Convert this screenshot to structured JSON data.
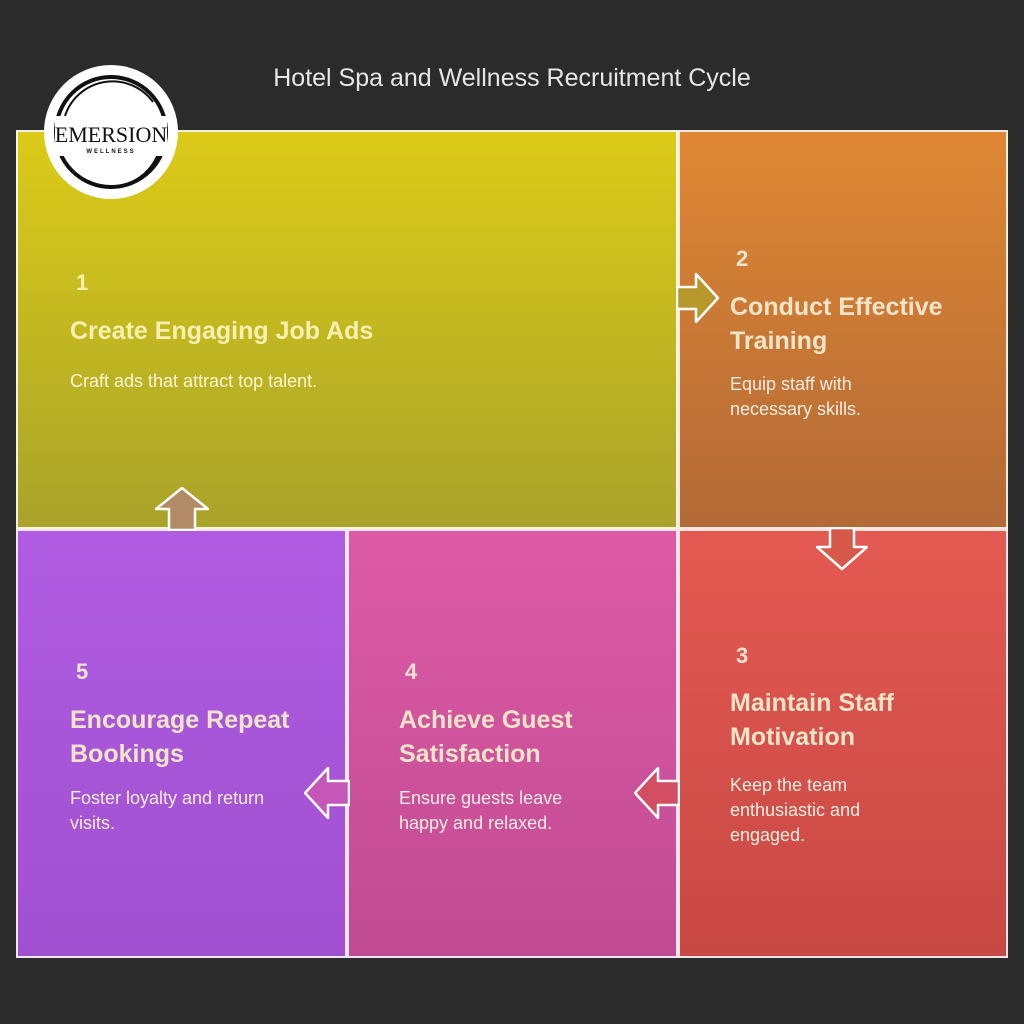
{
  "title": "Hotel Spa and Wellness Recruitment Cycle",
  "logo": {
    "name": "EMERSION",
    "tagline": "WELLNESS"
  },
  "steps": [
    {
      "number": "1",
      "heading_lines": [
        "Create Engaging Job Ads"
      ],
      "desc_lines": [
        "Craft ads that attract top talent."
      ]
    },
    {
      "number": "2",
      "heading_lines": [
        "Conduct Effective",
        "Training"
      ],
      "desc_lines": [
        "Equip staff with",
        "necessary skills."
      ]
    },
    {
      "number": "3",
      "heading_lines": [
        "Maintain Staff",
        "Motivation"
      ],
      "desc_lines": [
        "Keep the team",
        "enthusiastic and",
        "engaged."
      ]
    },
    {
      "number": "4",
      "heading_lines": [
        "Achieve Guest",
        "Satisfaction"
      ],
      "desc_lines": [
        "Ensure guests leave",
        "happy and relaxed."
      ]
    },
    {
      "number": "5",
      "heading_lines": [
        "Encourage Repeat",
        "Bookings"
      ],
      "desc_lines": [
        "Foster loyalty and return",
        "visits."
      ]
    }
  ],
  "colors": {
    "background": "#2b2b2b",
    "step1": "#dccb18",
    "step2": "#df8733",
    "step3": "#e45a52",
    "step4": "#de5aa6",
    "step5": "#b05ce2"
  }
}
